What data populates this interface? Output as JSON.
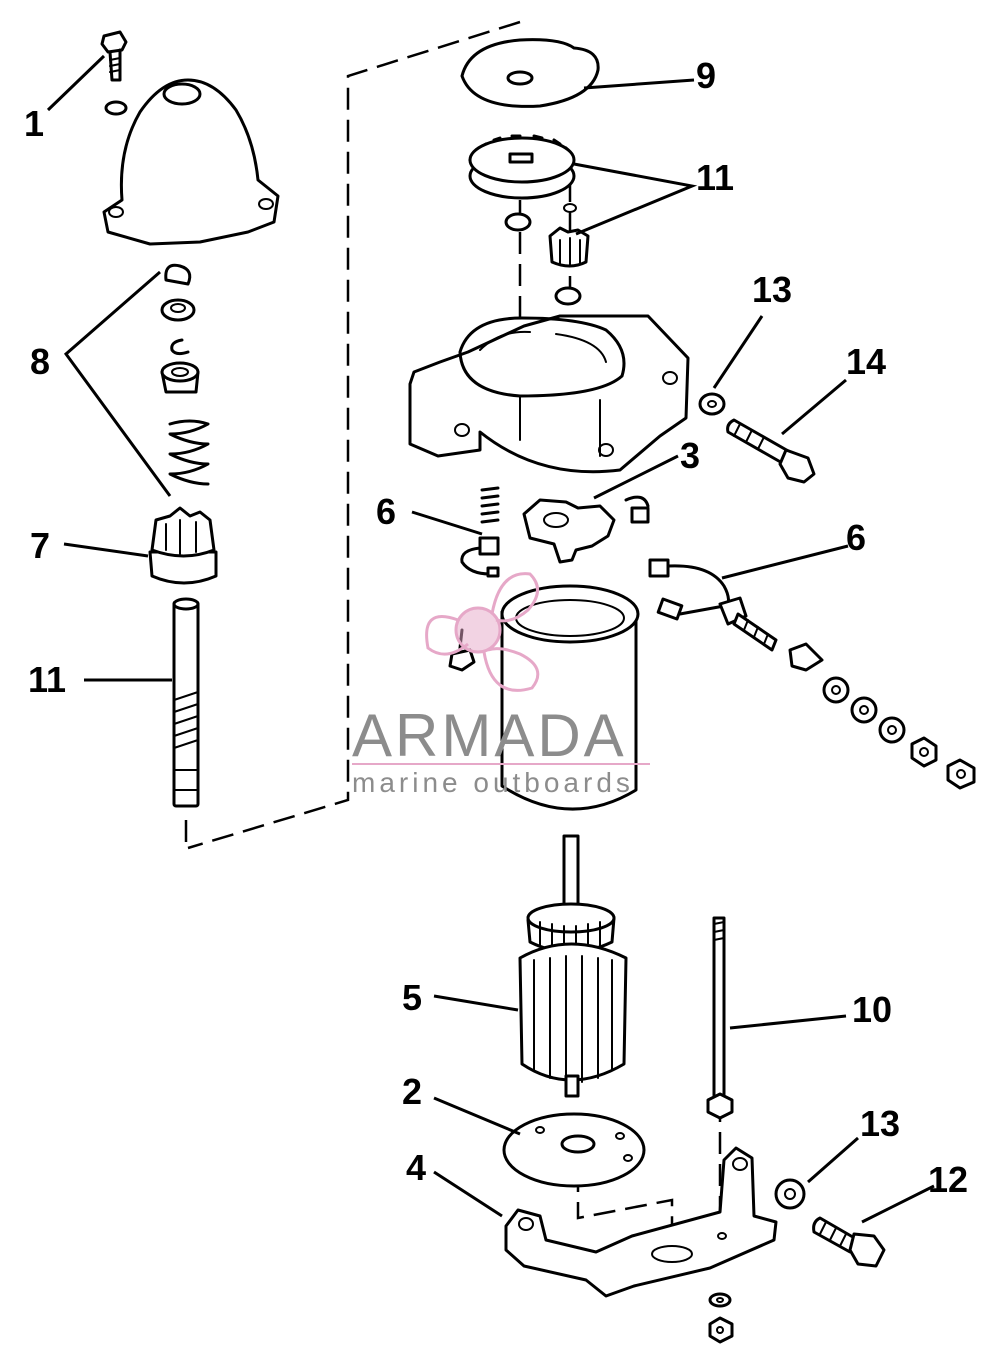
{
  "callouts": {
    "c1": "1",
    "c2": "2",
    "c3": "3",
    "c4": "4",
    "c5": "5",
    "c6a": "6",
    "c6b": "6",
    "c7": "7",
    "c8": "8",
    "c9": "9",
    "c10": "10",
    "c11a": "11",
    "c11b": "11",
    "c12": "12",
    "c13a": "13",
    "c13b": "13",
    "c14": "14"
  },
  "watermark": {
    "name": "ARMADA",
    "tagline": "marine outboards",
    "icon": "propeller-logo-icon",
    "color": "#e6a8c8",
    "text_color": "#8c8c8c"
  }
}
